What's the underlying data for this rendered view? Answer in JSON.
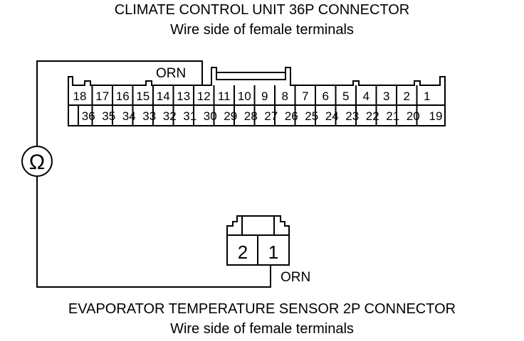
{
  "top_connector": {
    "title": "CLIMATE CONTROL UNIT 36P CONNECTOR",
    "subtitle": "Wire side of female terminals",
    "row1": [
      "18",
      "17",
      "16",
      "15",
      "14",
      "13",
      "12",
      "11",
      "10",
      "9",
      "8",
      "7",
      "6",
      "5",
      "4",
      "3",
      "2",
      "1"
    ],
    "row2": [
      "",
      "36",
      "35",
      "34",
      "33",
      "32",
      "31",
      "30",
      "29",
      "28",
      "27",
      "26",
      "25",
      "24",
      "23",
      "22",
      "21",
      "20",
      "19"
    ],
    "wire_label": "ORN"
  },
  "bottom_connector": {
    "title": "EVAPORATOR TEMPERATURE SENSOR 2P CONNECTOR",
    "subtitle": "Wire side of female terminals",
    "pins": [
      "2",
      "1"
    ],
    "wire_label": "ORN"
  },
  "meter_symbol": "Ω"
}
